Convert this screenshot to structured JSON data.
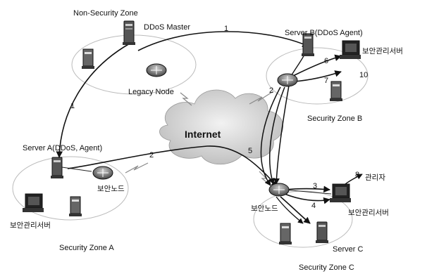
{
  "labels": {
    "non_security_zone": "Non-Security Zone",
    "ddos_master": "DDoS Master",
    "legacy_node": "Legacy Node",
    "server_b": "Server B(DDoS Agent)",
    "security_mgmt_server_b": "보안관리서버",
    "security_zone_b": "Security Zone B",
    "internet": "Internet",
    "server_a": "Server A(DDoS, Agent)",
    "security_node_a": "보안노드",
    "security_mgmt_server_a": "보안관리서버",
    "security_zone_a": "Security Zone A",
    "security_node_c": "보안노드",
    "administrator": "관리자",
    "security_mgmt_server_c": "보안관리서버",
    "server_c": "Server C",
    "security_zone_c": "Security Zone C"
  },
  "step_numbers": {
    "n1_top": "1",
    "n1_left": "1",
    "n2_a": "2",
    "n2_b": "2",
    "n3": "3",
    "n4": "4",
    "n5": "5",
    "n6": "6",
    "n7": "7",
    "n8": "8",
    "n10": "10"
  }
}
